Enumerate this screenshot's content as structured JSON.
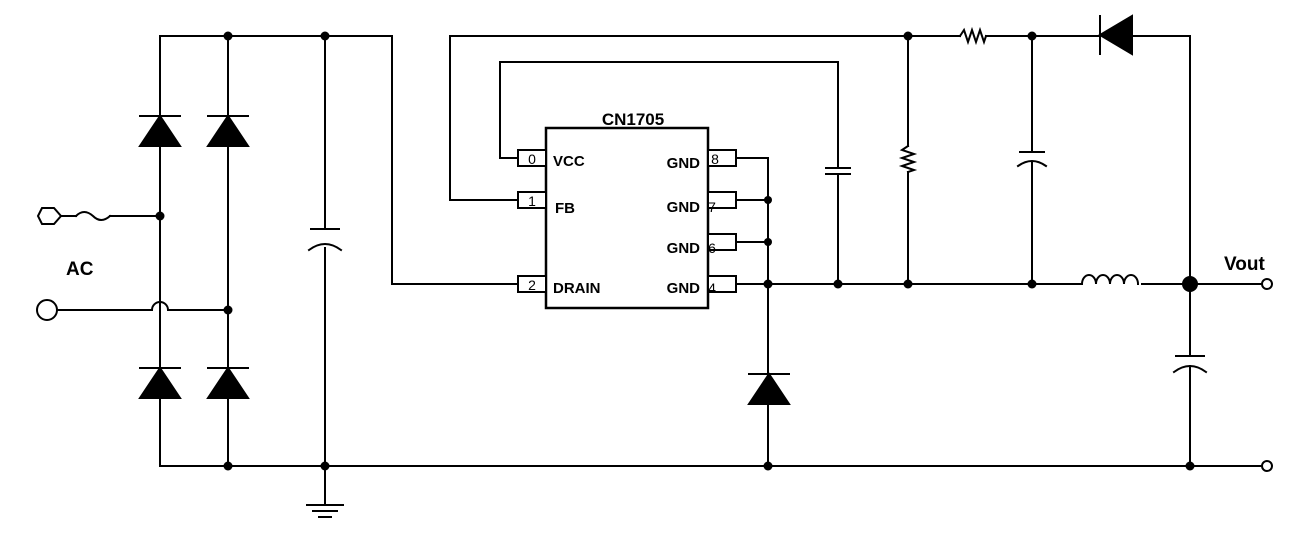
{
  "ic": {
    "part": "CN1705",
    "left_pins": [
      {
        "num": "0",
        "name": "VCC"
      },
      {
        "num": "1",
        "name": "FB"
      },
      {
        "num": "2",
        "name": "DRAIN"
      }
    ],
    "right_pins": [
      {
        "num": "8",
        "name": "GND"
      },
      {
        "num": "7",
        "name": "GND"
      },
      {
        "num": "6",
        "name": "GND"
      },
      {
        "num": "4",
        "name": "GND"
      }
    ]
  },
  "labels": {
    "ac": "AC",
    "vout": "Vout"
  }
}
